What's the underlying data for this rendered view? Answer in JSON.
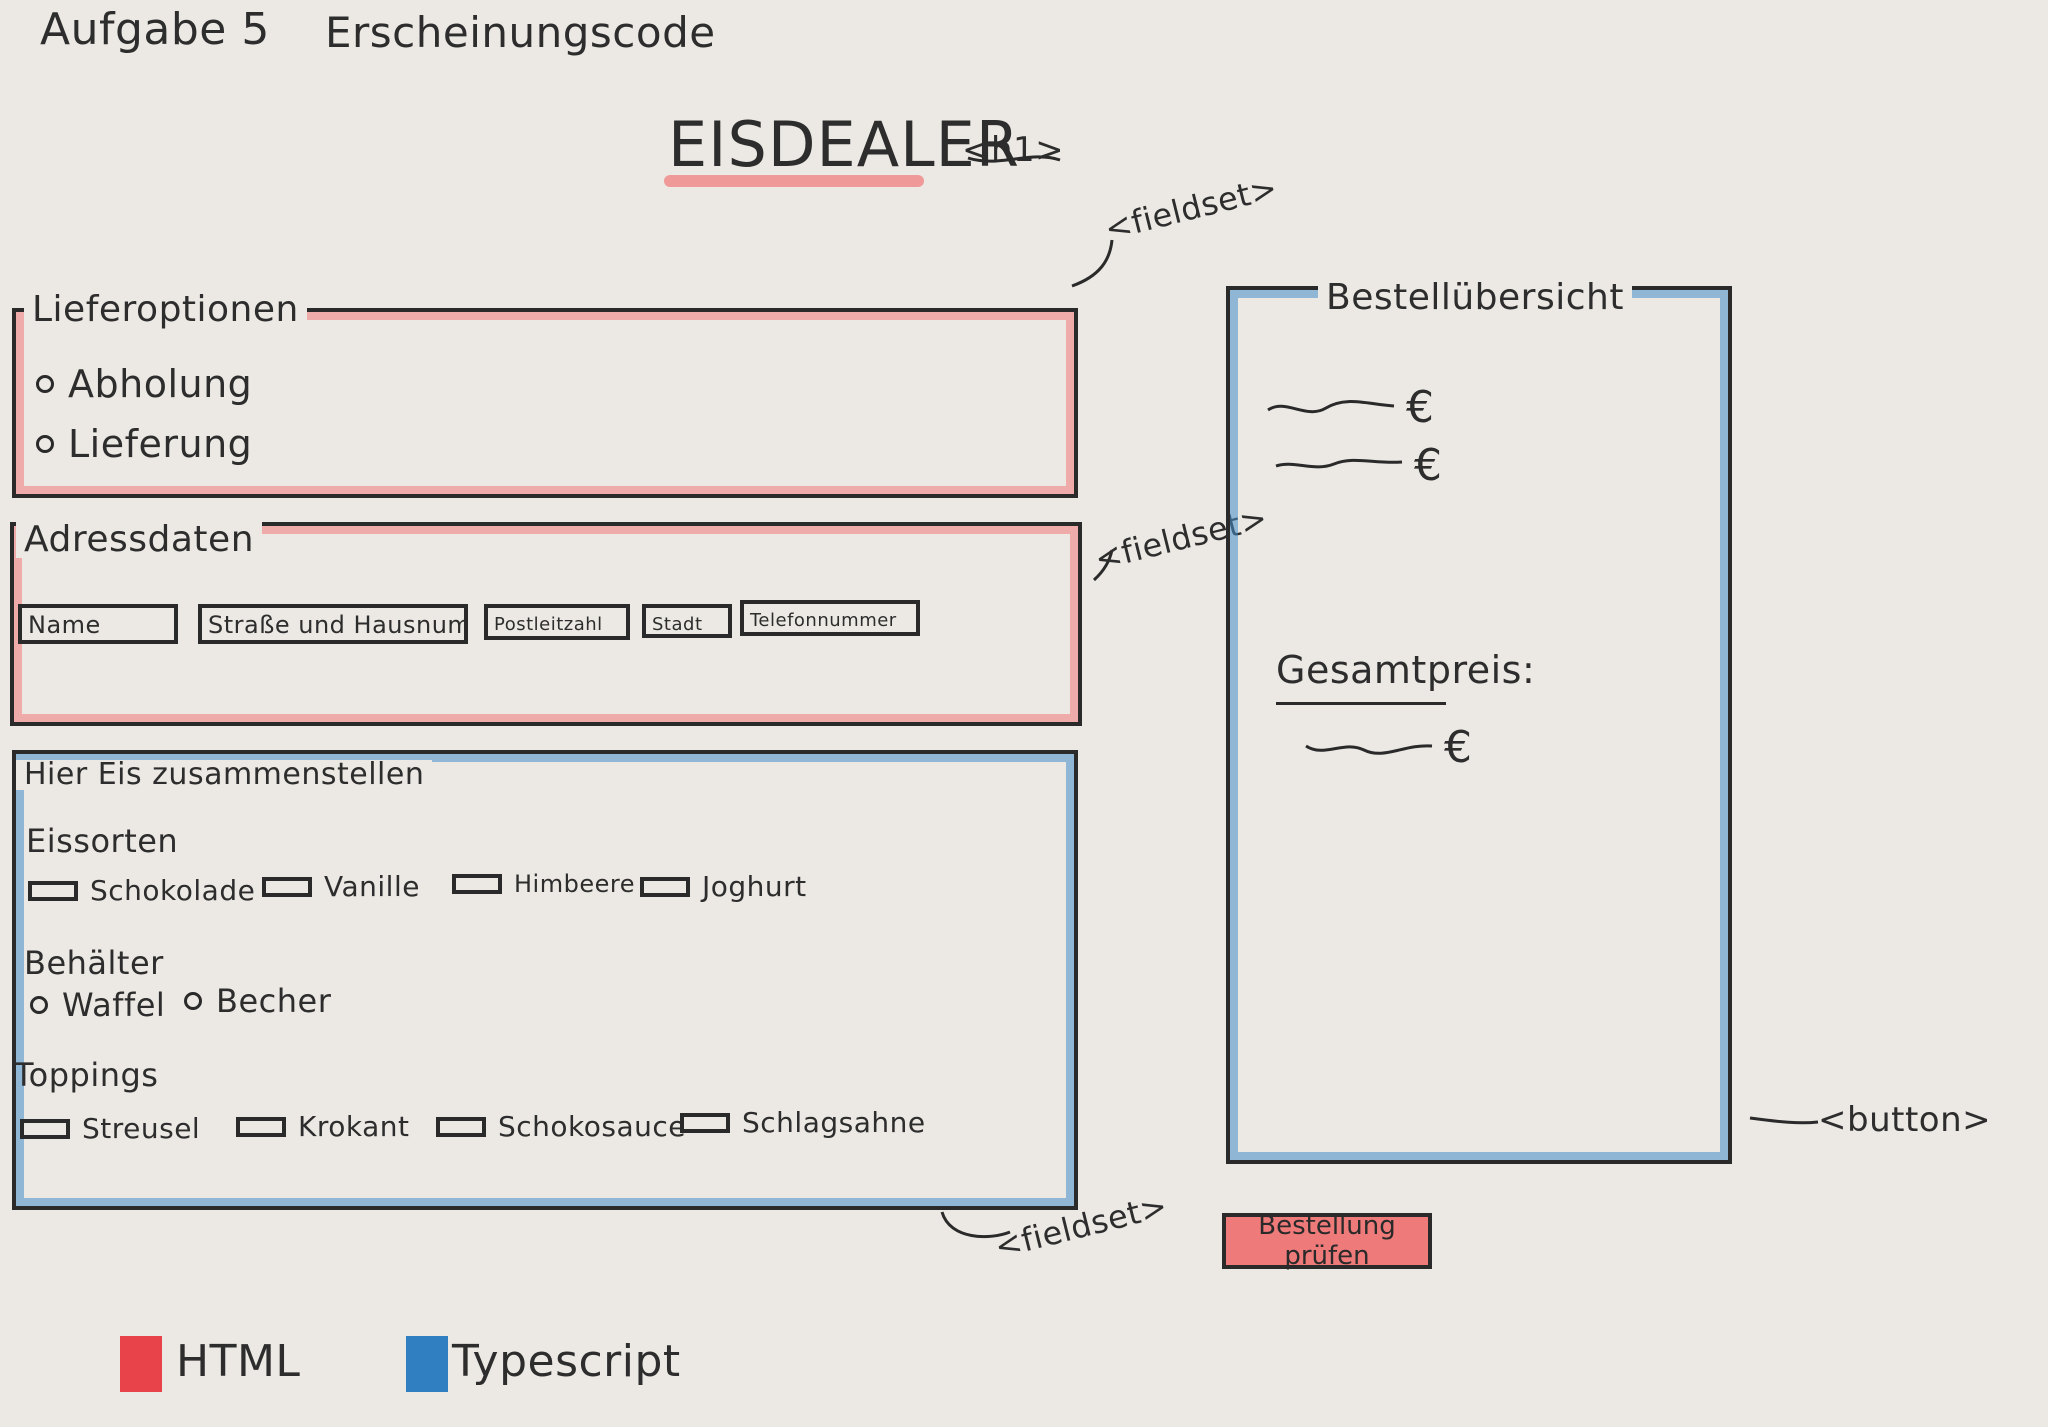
{
  "header": {
    "title": "Aufgabe 5",
    "subtitle": "Erscheinungscode"
  },
  "heading": {
    "text": "EISDEALER",
    "tag_annotation": "<h1>"
  },
  "delivery": {
    "legend": "Lieferoptionen",
    "options": [
      "Abholung",
      "Lieferung"
    ],
    "annotation": "<fieldset>"
  },
  "address": {
    "legend": "Adressdaten",
    "fields": [
      "Name",
      "Straße und Hausnummer",
      "Postleitzahl",
      "Stadt",
      "Telefonnummer"
    ],
    "annotation": "<fieldset>"
  },
  "builder": {
    "legend": "Hier Eis zusammenstellen",
    "sorts_label": "Eissorten",
    "sorts": [
      "Schokolade",
      "Vanille",
      "Himbeere",
      "Joghurt"
    ],
    "container_label": "Behälter",
    "containers": [
      "Waffel",
      "Becher"
    ],
    "toppings_label": "Toppings",
    "toppings": [
      "Streusel",
      "Krokant",
      "Schokosauce",
      "Schlagsahne"
    ],
    "annotation": "<fieldset>"
  },
  "summary": {
    "legend": "Bestellübersicht",
    "currency": "€",
    "total_label": "Gesamtpreis:"
  },
  "order_button": {
    "label": "Bestellung prüfen",
    "annotation": "<button>"
  },
  "color_legend": {
    "items": [
      {
        "label": "HTML",
        "color": "#e8434a"
      },
      {
        "label": "Typescript",
        "color": "#2f7fc1"
      }
    ]
  }
}
